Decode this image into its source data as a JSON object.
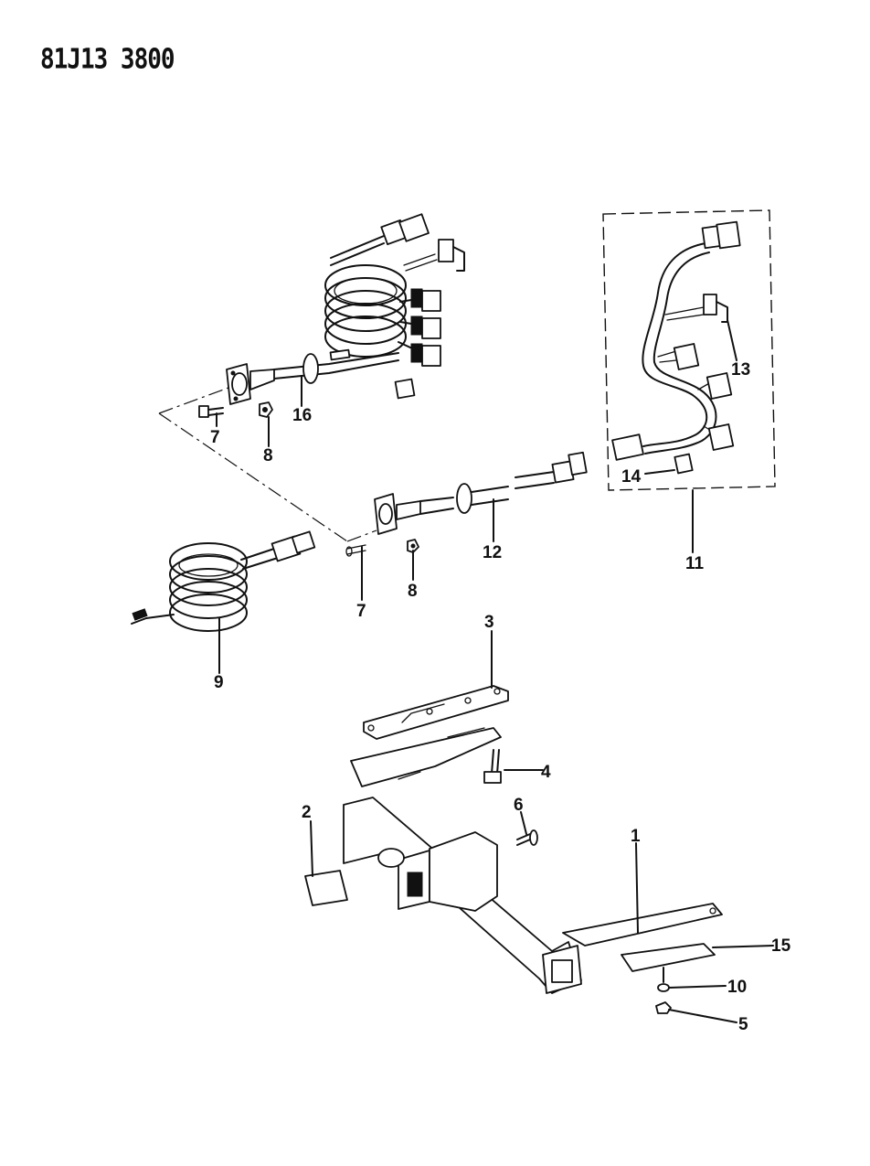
{
  "diagram": {
    "reference_code": "81J13 3800",
    "callouts": {
      "c1": "1",
      "c2": "2",
      "c3": "3",
      "c4": "4",
      "c5": "5",
      "c6": "6",
      "c7a": "7",
      "c7b": "7",
      "c8a": "8",
      "c8b": "8",
      "c9": "9",
      "c10": "10",
      "c11": "11",
      "c12": "12",
      "c13": "13",
      "c14": "14",
      "c15": "15",
      "c16": "16"
    }
  }
}
